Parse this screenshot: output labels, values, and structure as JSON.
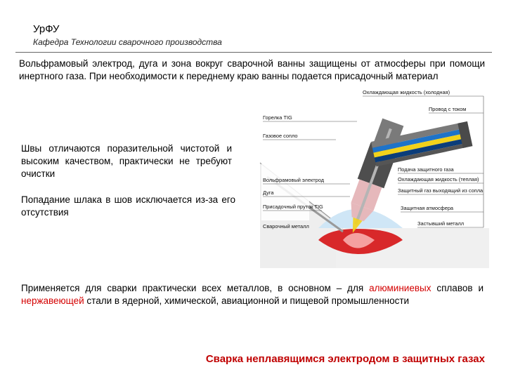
{
  "header": {
    "org": "УрФУ",
    "department": "Кафедра Технологии сварочного производства"
  },
  "intro": "Вольфрамовый электрод, дуга и зона вокруг сварочной ванны защищены от атмосферы при помощи инертного газа. При необходимости к переднему краю ванны подается присадочный материал",
  "seams": "Швы отличаются поразительной чистотой и высоким качеством, практически не требуют очистки",
  "slag": "Попадание шлака в шов исключается из-за его отсутствия",
  "usage": {
    "part1": "Применяется для сварки практически всех металлов, в основном – для ",
    "highlight1": "алюминиевых",
    "part2": " сплавов и ",
    "highlight2": "нержавеющей",
    "part3": " стали в ядерной, химической, авиационной и пищевой промышленности"
  },
  "title": "Сварка неплавящимся электродом в защитных газах",
  "diagram": {
    "labels_left": [
      "Горелка TIG",
      "Газовое сопло",
      "Вольфрамовый электрод",
      "Дуга",
      "Присадочный пруток TIG",
      "Сварочный металл"
    ],
    "labels_right": [
      "Охлаждающая жидкость (холодная)",
      "Провод с током",
      "Подача защитного газа",
      "Охлаждающая жидкость (теплая)",
      "Защитный газ выходящий из сопла",
      "Защитная атмосфера",
      "Застывший металл"
    ]
  },
  "colors": {
    "title_red": "#c00000",
    "highlight_red": "#d40000",
    "coolant_blue": "#1e73c8",
    "gas_yellow": "#f2d21b",
    "shield_light_blue": "#cfe6f6",
    "weld_red": "#d8282a",
    "nozzle_pink": "#e6b8bb"
  }
}
